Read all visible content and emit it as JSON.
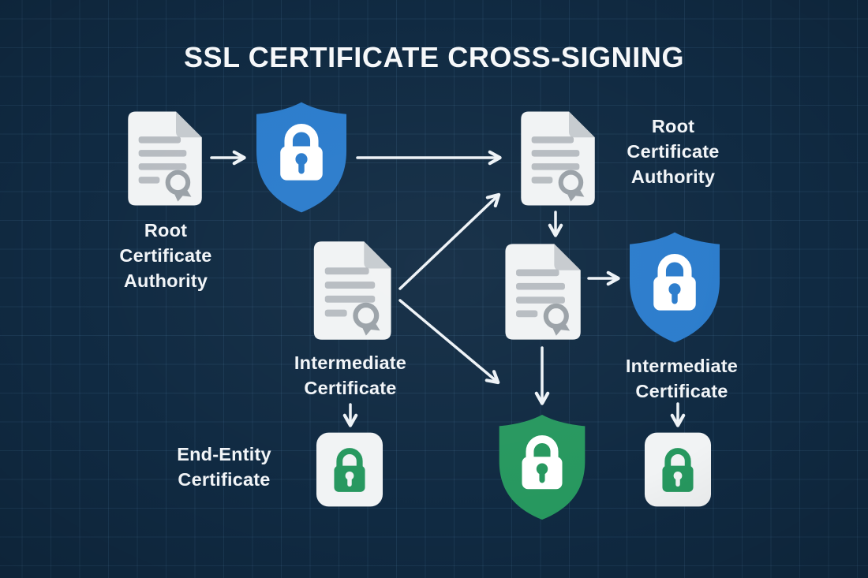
{
  "title": "SSL CERTIFICATE CROSS-SIGNING",
  "labels": {
    "root_ca_left": "Root\nCertificate\nAuthority",
    "root_ca_right": "Root\nCertificate\nAuthority",
    "intermediate_left": "Intermediate\nCertificate",
    "intermediate_right": "Intermediate\nCertificate",
    "end_entity": "End-Entity\nCertificate"
  },
  "icons": {
    "certificate": "certificate-icon",
    "shield_lock": "shield-lock-icon",
    "lock_badge": "lock-badge-icon"
  },
  "colors": {
    "background": "#102a42",
    "grid_line": "#2c5277",
    "text": "#f2f5f8",
    "shield_blue": "#2b7ccc",
    "shield_green": "#27985f",
    "lock_green": "#27985f",
    "document_fill": "#f1f3f4",
    "document_detail": "#b7bcc1",
    "arrow": "#eef3f7"
  },
  "edges": [
    {
      "from": "root-ca-left-certificate",
      "to": "signing-shield-blue"
    },
    {
      "from": "signing-shield-blue",
      "to": "root-ca-right-certificate"
    },
    {
      "from": "root-ca-right-certificate",
      "to": "cross-signed-certificate"
    },
    {
      "from": "intermediate-certificate-left",
      "to": "root-ca-right-certificate"
    },
    {
      "from": "intermediate-certificate-left",
      "to": "trust-path-lower"
    },
    {
      "from": "intermediate-certificate-left-label",
      "to": "end-entity-lock-badge-left"
    },
    {
      "from": "cross-signed-certificate",
      "to": "intermediate-shield-blue"
    },
    {
      "from": "cross-signed-certificate",
      "to": "trust-shield-green"
    },
    {
      "from": "intermediate-certificate-right-label",
      "to": "end-entity-lock-badge-right"
    }
  ]
}
